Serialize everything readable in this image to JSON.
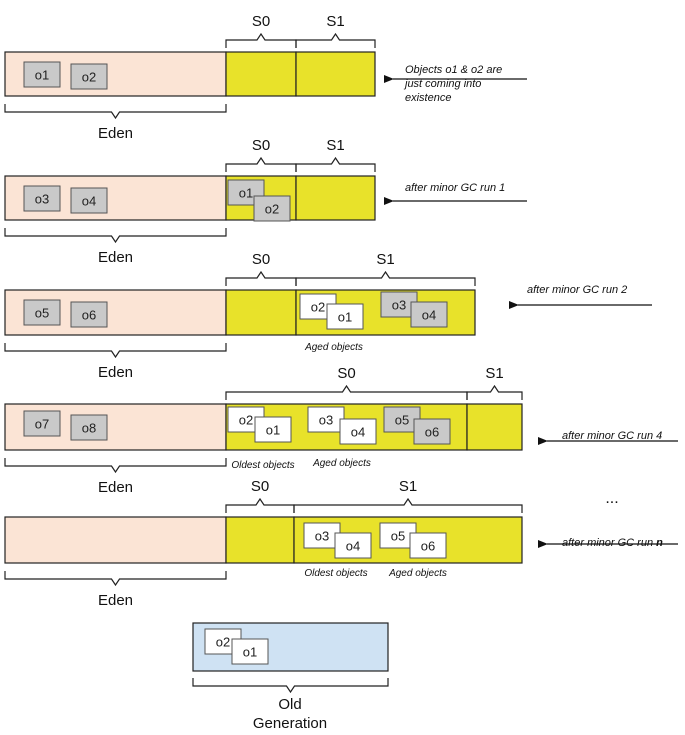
{
  "colors": {
    "eden_fill": "#fbe4d5",
    "survivor_fill": "#e8e22a",
    "old_fill": "#cfe2f3",
    "object_gray": "#c9c9c9",
    "object_white": "#ffffff",
    "outline": "#222222"
  },
  "rows": [
    {
      "eden_label": "Eden",
      "s0_label": "S0",
      "s1_label": "S1",
      "eden_objects": [
        "o1",
        "o2"
      ],
      "s0_objects": [],
      "s1_objects": [],
      "captions": [],
      "note": "Objects o1 & o2 are just coming into existence"
    },
    {
      "eden_label": "Eden",
      "s0_label": "S0",
      "s1_label": "S1",
      "eden_objects": [
        "o3",
        "o4"
      ],
      "s0_objects": [
        "o1",
        "o2"
      ],
      "s1_objects": [],
      "captions": [],
      "note": "after minor GC run 1"
    },
    {
      "eden_label": "Eden",
      "s0_label": "S0",
      "s1_label": "S1",
      "eden_objects": [
        "o5",
        "o6"
      ],
      "s0_objects": [],
      "s1_objects": [
        "o2",
        "o1",
        "o3",
        "o4"
      ],
      "captions": [
        "Aged objects"
      ],
      "note": "after minor GC run 2"
    },
    {
      "eden_label": "Eden",
      "s0_label": "S0",
      "s1_label": "S1",
      "eden_objects": [
        "o7",
        "o8"
      ],
      "s0_objects": [
        "o2",
        "o1",
        "o3",
        "o4",
        "o5",
        "o6"
      ],
      "s1_objects": [],
      "captions": [
        "Oldest objects",
        "Aged objects"
      ],
      "note": "after minor GC run 4"
    },
    {
      "eden_label": "Eden",
      "s0_label": "S0",
      "s1_label": "S1",
      "eden_objects": [],
      "s0_objects": [],
      "s1_objects": [
        "o3",
        "o4",
        "o5",
        "o6"
      ],
      "captions": [
        "Oldest objects",
        "Aged objects"
      ],
      "note_prefix": "after minor GC run ",
      "note_bold": "n"
    }
  ],
  "ellipsis": "...",
  "old_generation": {
    "label_line1": "Old",
    "label_line2": "Generation",
    "objects": [
      "o2",
      "o1"
    ]
  }
}
